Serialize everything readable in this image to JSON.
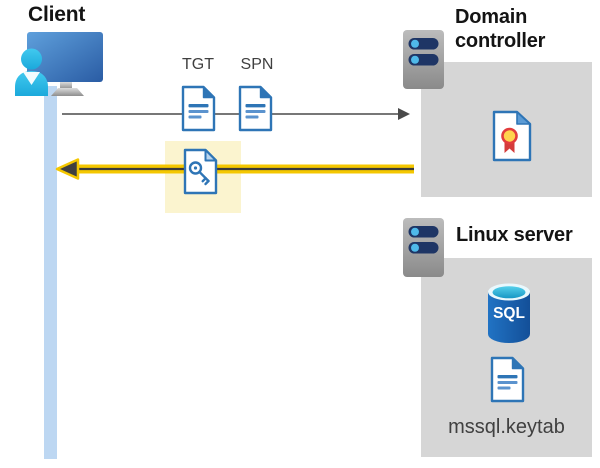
{
  "labels": {
    "client": "Client",
    "tgt": "TGT",
    "spn": "SPN",
    "domain_controller": "Domain controller",
    "linux_server": "Linux server",
    "sql": "SQL",
    "keytab_filename": "mssql.keytab"
  },
  "icons": {
    "client_workstation": "monitor-with-user-silhouette",
    "server_tower": "gray-tower-two-navy-slots-blue-leds",
    "tgt_document": "document-with-text-lines",
    "spn_document": "document-with-text-lines",
    "key_document": "document-with-key-glyph",
    "certificate": "document-with-award-ribbon",
    "sql_database": "blue-cylinder-database-labeled-SQL",
    "keytab_document": "document-with-text-lines",
    "request_arrow": "thin-gray-arrow-right",
    "response_arrow": "thick-yellow-arrow-left"
  },
  "colors": {
    "accent_yellow": "#F4C700",
    "highlight_yellow": "#FBF4CF",
    "zone_gray": "#D6D6D6",
    "doc_blue": "#2E75B6",
    "doc_line_blue": "#5B93CE",
    "arrow_dark": "#4A4A4A",
    "text_dark": "#404040",
    "heading_black": "#141414",
    "lifeline_blue": "#BDD7F2",
    "server_bar_navy": "#1E3565",
    "server_dot_blue": "#4FB9E9",
    "cert_fold_blue": "#5B9BD5",
    "cert_ribbon_red": "#D43B3B",
    "cert_badge_yellow": "#FFD34D",
    "person_cyan": "#2FBEE9",
    "monitor_blue": "#3B78C4",
    "sql_body_blue": "#1A66B4",
    "sql_top_cyan": "#35B5DE"
  }
}
